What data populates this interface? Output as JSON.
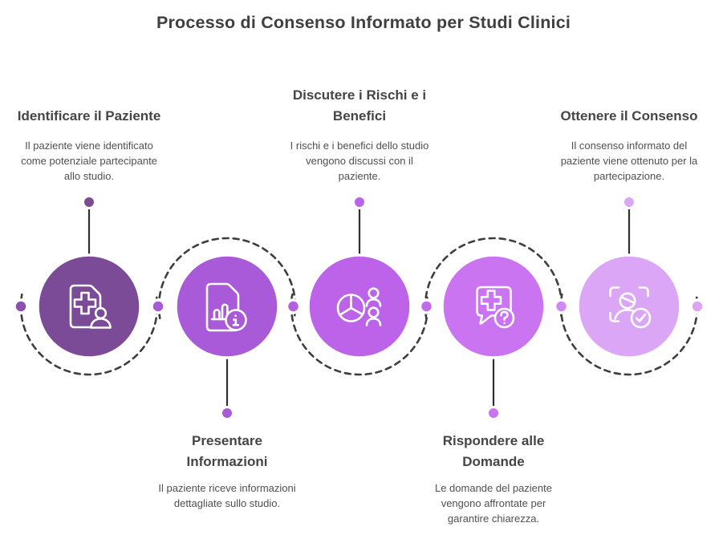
{
  "title": {
    "text": "Processo di Consenso Informato per Studi Clinici"
  },
  "colors": {
    "background": "#ffffff",
    "title_text": "#3f3f3f",
    "heading_text": "#454545",
    "body_text": "#505050",
    "connector_line": "#2f2f2f",
    "dashed_arc": "#3e3e3e",
    "icon_stroke": "#ffffff"
  },
  "steps": [
    {
      "heading": "Identificare il Paziente",
      "description": "Il paziente viene identificato come potenziale partecipante allo studio.",
      "circle_color": "#7c4b97",
      "icon": "medical-document-person-icon",
      "text_position": "top"
    },
    {
      "heading": "Presentare Informazioni",
      "description": "Il paziente riceve informazioni dettagliate sullo studio.",
      "circle_color": "#a85ad8",
      "icon": "info-document-icon",
      "text_position": "bottom"
    },
    {
      "heading": "Discutere i Rischi e i Benefici",
      "description": "I rischi e i benefici dello studio vengono discussi con il paziente.",
      "circle_color": "#bc63e9",
      "icon": "pie-chart-people-icon",
      "text_position": "top"
    },
    {
      "heading": "Rispondere alle Domande",
      "description": "Le domande del paziente vengono affrontate per garantire chiarezza.",
      "circle_color": "#ca74f2",
      "icon": "medical-chat-question-icon",
      "text_position": "bottom"
    },
    {
      "heading": "Ottenere il Consenso",
      "description": "Il consenso informato del paziente viene ottenuto per la partecipazione.",
      "circle_color": "#dba6f6",
      "icon": "person-scan-check-icon",
      "text_position": "top"
    }
  ],
  "connector_dots": [
    "#8b4fae",
    "#a55ad6",
    "#b35fe1",
    "#c16ceb",
    "#d088f2",
    "#dca4f4"
  ]
}
